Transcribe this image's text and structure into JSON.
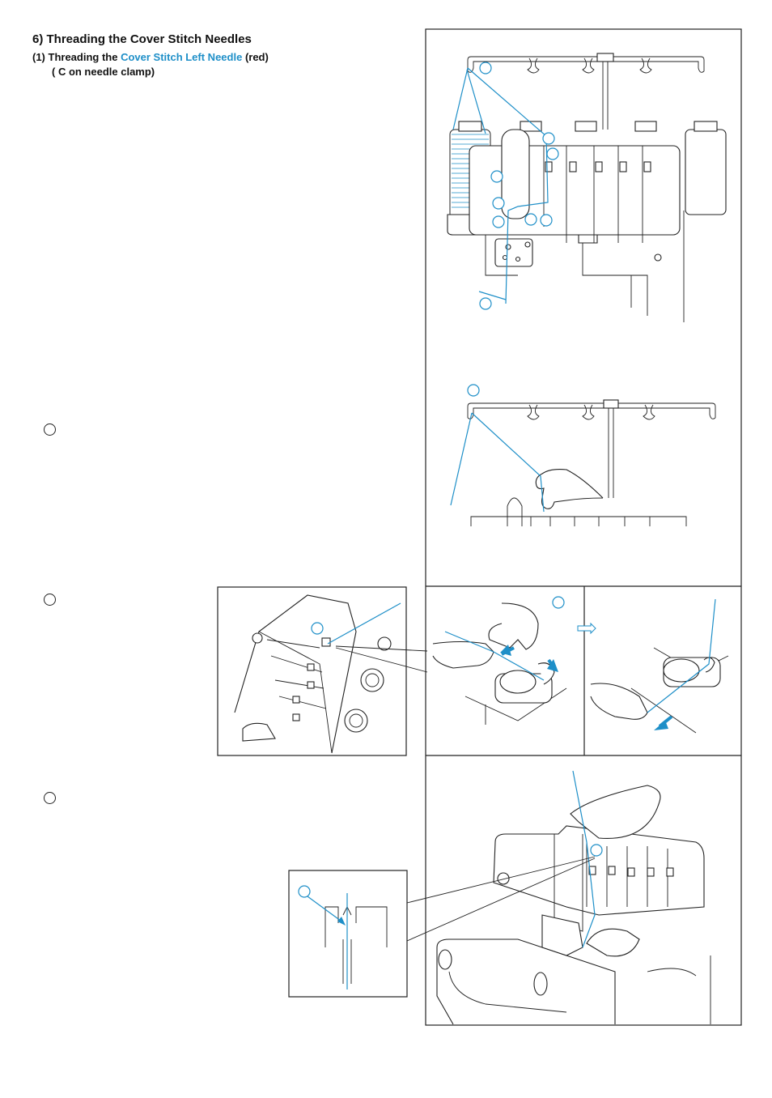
{
  "heading": "6) Threading the Cover Stitch Needles",
  "subheading": {
    "prefix": "(1) Threading the ",
    "highlight": "Cover Stitch Left Needle",
    "suffix": " (red)",
    "line2": "( C on needle clamp)"
  },
  "colors": {
    "accent": "#1e8fc8",
    "ink": "#222222"
  },
  "steps": [
    {
      "marker": "step-circle"
    },
    {
      "marker": "step-circle"
    },
    {
      "marker": "step-circle"
    }
  ]
}
